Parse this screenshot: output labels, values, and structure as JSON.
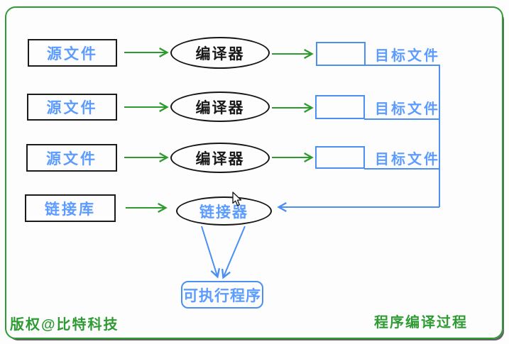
{
  "diagram": {
    "caption_left": "版权@比特科技",
    "caption_right": "程序编译过程",
    "rows": [
      {
        "source_label": "源文件",
        "process_label": "编译器",
        "output_label": "目标文件"
      },
      {
        "source_label": "源文件",
        "process_label": "编译器",
        "output_label": "目标文件"
      },
      {
        "source_label": "源文件",
        "process_label": "编译器",
        "output_label": "目标文件"
      }
    ],
    "link_row": {
      "source_label": "链接库",
      "process_label": "链接器"
    },
    "result_label": "可执行程序",
    "colors": {
      "frame_green": "#2e9b33",
      "arrow_green": "#2e9b2e",
      "connector_blue": "#4b8ff2",
      "text_blue": "#5d9cff",
      "node_border_black": "#1b1b1b"
    },
    "icons": {
      "mouse-cursor-icon": "pointer-arrow"
    }
  }
}
